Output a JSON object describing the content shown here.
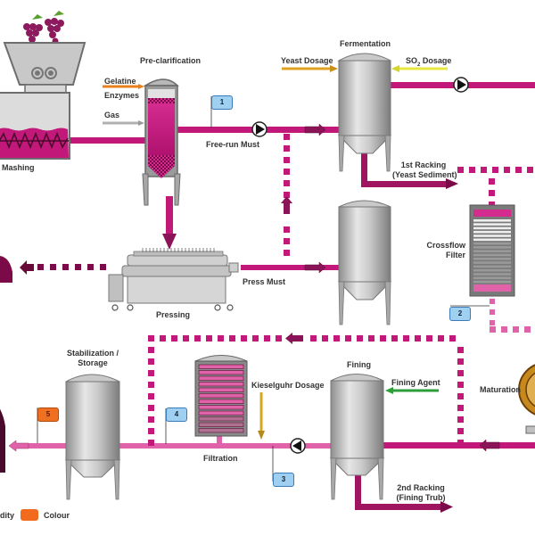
{
  "diagram": {
    "title": "Wine production process flow",
    "colors": {
      "must": "#c2187a",
      "wine_light": "#e062a8",
      "dotted": "#c2187a",
      "tank": "#b5b5b5",
      "yeast": "#e0a020",
      "so2": "#e8e840",
      "gelatine": "#e8801e",
      "gas": "#a0a0a0",
      "fining_agent": "#2e9e3a",
      "kieselguhr": "#d9a520",
      "measure_tag": "#9fd0f2",
      "colour_tag": "#f07022"
    },
    "stages": {
      "mashing": "Mashing",
      "preclarification": "Pre-clarification",
      "fermentation": "Fermentation",
      "pressing": "Pressing",
      "crossflow": "Crossflow\nFilter",
      "crossflow_line1": "Crossflow",
      "crossflow_line2": "Filter",
      "maturation": "Maturation",
      "fining": "Fining",
      "filtration": "Filtration",
      "stabilization_line1": "Stabilization /",
      "stabilization_line2": "Storage"
    },
    "inputs": {
      "gelatine": "Gelatine",
      "enzymes": "Enzymes",
      "gas": "Gas",
      "yeast": "Yeast Dosage",
      "so2_prefix": "SO",
      "so2_sub": "2",
      "so2_suffix": " Dosage",
      "kieselguhr": "Kieselguhr Dosage",
      "fining_agent": "Fining Agent"
    },
    "streams": {
      "free_run": "Free-run Must",
      "press_must": "Press Must",
      "racking1_line1": "1st Racking",
      "racking1_line2": "(Yeast Sediment)",
      "racking2_line1": "2nd Racking",
      "racking2_line2": "(Fining Trub)"
    },
    "measurement_points": [
      {
        "id": "1",
        "type": "turbidity"
      },
      {
        "id": "2",
        "type": "turbidity"
      },
      {
        "id": "3",
        "type": "turbidity"
      },
      {
        "id": "4",
        "type": "turbidity"
      },
      {
        "id": "5",
        "type": "colour"
      }
    ],
    "legend": {
      "turbidity_partial": "dity",
      "colour": "Colour"
    }
  }
}
